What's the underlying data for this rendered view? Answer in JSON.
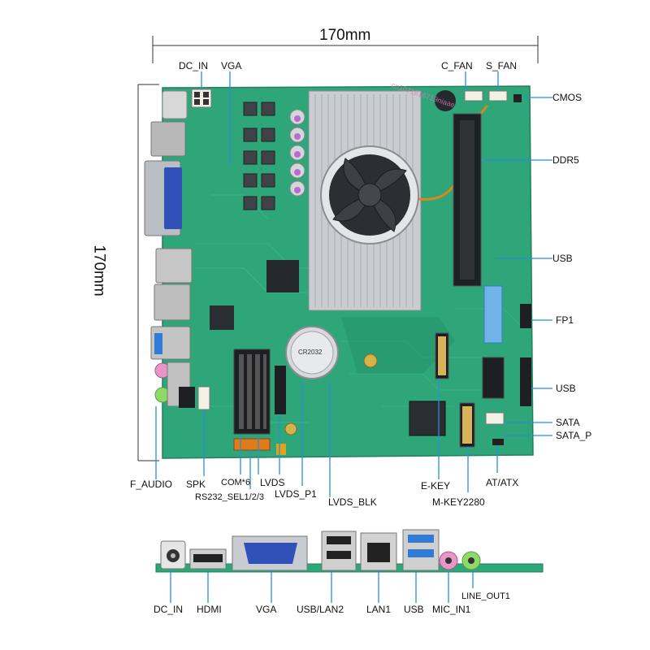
{
  "dimensions": {
    "width": "170mm",
    "height": "170mm"
  },
  "top_labels": {
    "dc_in": "DC_IN",
    "vga": "VGA",
    "c_fan": "C_FAN",
    "s_fan": "S_FAN"
  },
  "right_labels": {
    "cmos": "CMOS",
    "ddr5": "DDR5",
    "usb_1": "USB",
    "fp1": "FP1",
    "usb_2": "USB",
    "sata": "SATA",
    "sata_p": "SATA_P",
    "at_atx": "AT/ATX"
  },
  "bottom_labels": {
    "f_audio": "F_AUDIO",
    "spk": "SPK",
    "com6": "COM*6",
    "lvds": "LVDS",
    "rs232_sel": "RS232_SEL1/2/3",
    "lvds_p1": "LVDS_P1",
    "lvds_blk": "LVDS_BLK",
    "e_key": "E-KEY",
    "m_key": "M-KEY2280"
  },
  "io_labels": {
    "dc_in": "DC_IN",
    "hdmi": "HDMI",
    "vga": "VGA",
    "usb_lan2": "USB/LAN2",
    "lan1": "LAN1",
    "usb": "USB",
    "mic_in1": "MIC_IN1",
    "line_out1": "LINE_OUT1"
  },
  "board_text": {
    "battery": "CR2032",
    "watermark": "cn1071816719niaae"
  },
  "colors": {
    "pcb": "#2fa57a",
    "pcb_dark": "#1f7d5b",
    "heatsink": "#c9ccd1",
    "fan": "#2b2e33",
    "vga_port": "#3150b8",
    "usb3": "#2f7bd6",
    "mic_jack": "#e896c8",
    "line_jack": "#8fd86a",
    "leader": "#2a8fd6"
  }
}
